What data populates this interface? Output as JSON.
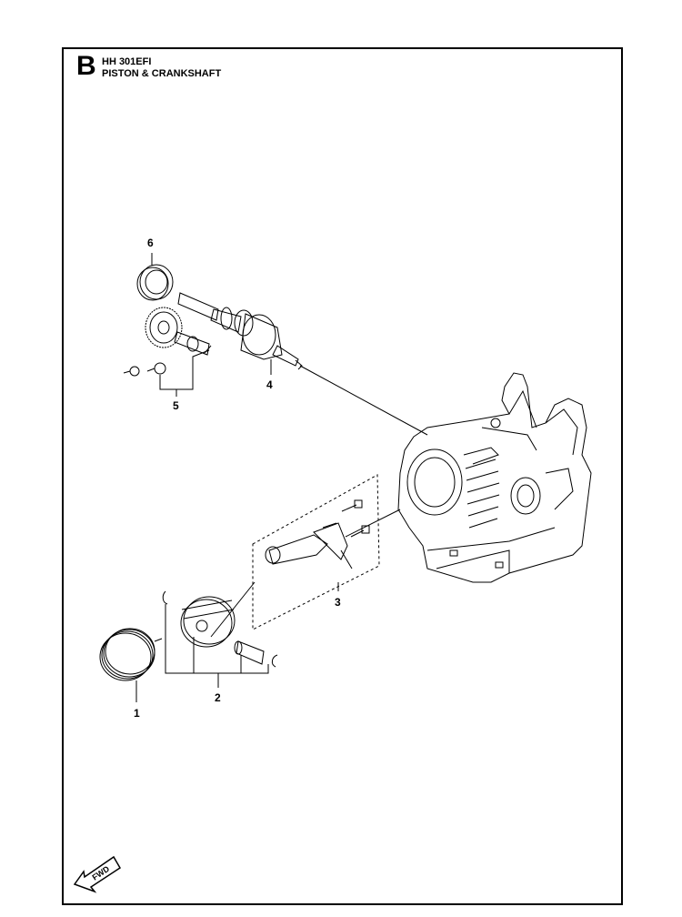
{
  "header": {
    "section_letter": "B",
    "model": "HH 301EFI",
    "title": "PISTON & CRANKSHAFT"
  },
  "callouts": [
    {
      "id": "1",
      "label": "1"
    },
    {
      "id": "2",
      "label": "2"
    },
    {
      "id": "3",
      "label": "3"
    },
    {
      "id": "4",
      "label": "4"
    },
    {
      "id": "5",
      "label": "5"
    },
    {
      "id": "6",
      "label": "6"
    }
  ],
  "fwd_label": "FWD",
  "colors": {
    "line": "#000000",
    "background": "#ffffff"
  }
}
